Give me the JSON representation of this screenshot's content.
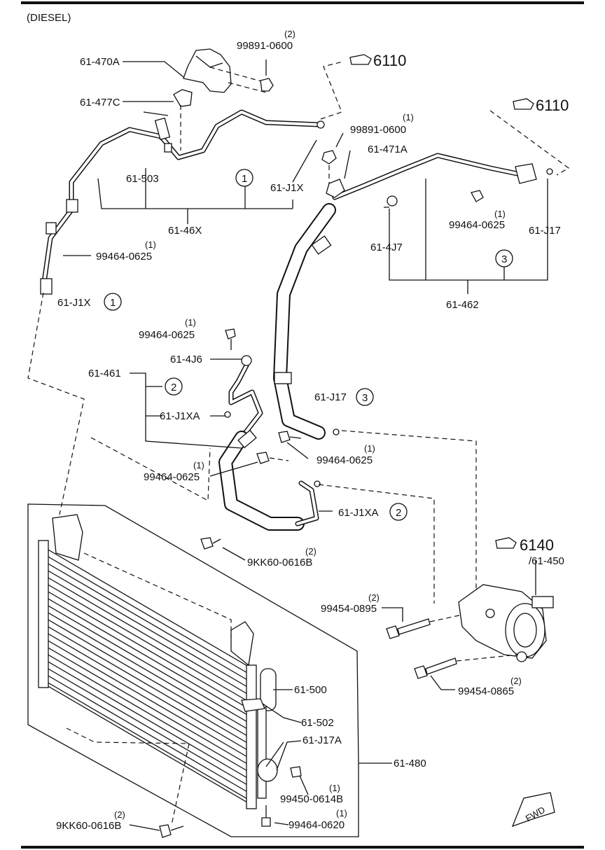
{
  "header": {
    "title": "(DIESEL)"
  },
  "refs": {
    "r6110a": "6110",
    "r6110b": "6110",
    "r6140": "6140"
  },
  "callouts": {
    "c1a": "1",
    "c1b": "1",
    "c2a": "2",
    "c2b": "2",
    "c3a": "3",
    "c3b": "3"
  },
  "labels": {
    "l_99891_top": "99891-0600",
    "q_99891_top": "(2)",
    "l_61_470A": "61-470A",
    "l_61_477C": "61-477C",
    "l_99891_mid": "99891-0600",
    "q_99891_mid": "(1)",
    "l_61_471A": "61-471A",
    "l_61_503": "61-503",
    "l_61_J1X_top": "61-J1X",
    "l_61_46X": "61-46X",
    "l_99464_a": "99464-0625",
    "q_99464_a": "(1)",
    "l_61_J1X_left": "61-J1X",
    "l_99464_b": "99464-0625",
    "q_99464_b": "(1)",
    "l_61_J17_top": "61-J17",
    "l_61_4J7": "61-4J7",
    "l_61_462": "61-462",
    "l_99464_c": "99464-0625",
    "q_99464_c": "(1)",
    "l_61_461": "61-461",
    "l_61_4J6": "61-4J6",
    "l_61_J1XA_top": "61-J1XA",
    "l_61_J17_mid": "61-J17",
    "l_99464_d": "99464-0625",
    "q_99464_d": "(1)",
    "l_99464_e": "99464-0625",
    "q_99464_e": "(1)",
    "l_61_J1XA_mid": "61-J1XA",
    "l_9KK60_a": "9KK60-0616B",
    "q_9KK60_a": "(2)",
    "l_61_450": "/61-450",
    "l_99454_0895": "99454-0895",
    "q_99454_0895": "(2)",
    "l_99454_0865": "99454-0865",
    "q_99454_0865": "(2)",
    "l_61_500": "61-500",
    "l_61_502": "61-502",
    "l_61_J17A": "61-J17A",
    "l_61_480": "61-480",
    "l_99450": "99450-0614B",
    "q_99450": "(1)",
    "l_9KK60_b": "9KK60-0616B",
    "q_9KK60_b": "(2)",
    "l_99464_0620": "99464-0620",
    "q_99464_0620": "(1)",
    "fwd": "FWD"
  }
}
